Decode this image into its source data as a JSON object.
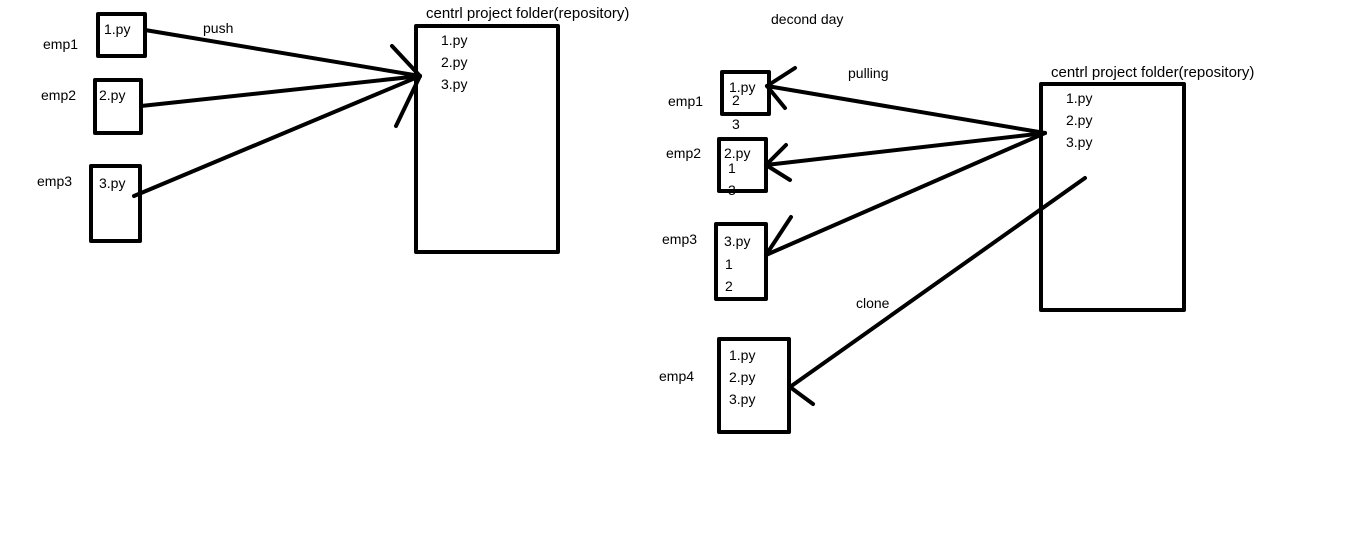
{
  "left": {
    "employees": [
      {
        "name": "emp1",
        "files": [
          "1.py"
        ]
      },
      {
        "name": "emp2",
        "files": [
          "2.py"
        ]
      },
      {
        "name": "emp3",
        "files": [
          "3.py"
        ]
      }
    ],
    "arrow_label": "push",
    "repository": {
      "title": "centrl project folder(repository)",
      "files": [
        "1.py",
        "2.py",
        "3.py"
      ]
    }
  },
  "right": {
    "title": "decond day",
    "pull_label": "pulling",
    "clone_label": "clone",
    "repository": {
      "title": "centrl project folder(repository)",
      "files": [
        "1.py",
        "2.py",
        "3.py"
      ]
    },
    "employees": [
      {
        "name": "emp1",
        "files": [
          "1.py",
          "2",
          "3"
        ]
      },
      {
        "name": "emp2",
        "files": [
          "2.py",
          "1",
          "3"
        ]
      },
      {
        "name": "emp3",
        "files": [
          "3.py",
          "1",
          "2"
        ]
      },
      {
        "name": "emp4",
        "files": [
          "1.py",
          "2.py",
          "3.py"
        ]
      }
    ]
  }
}
